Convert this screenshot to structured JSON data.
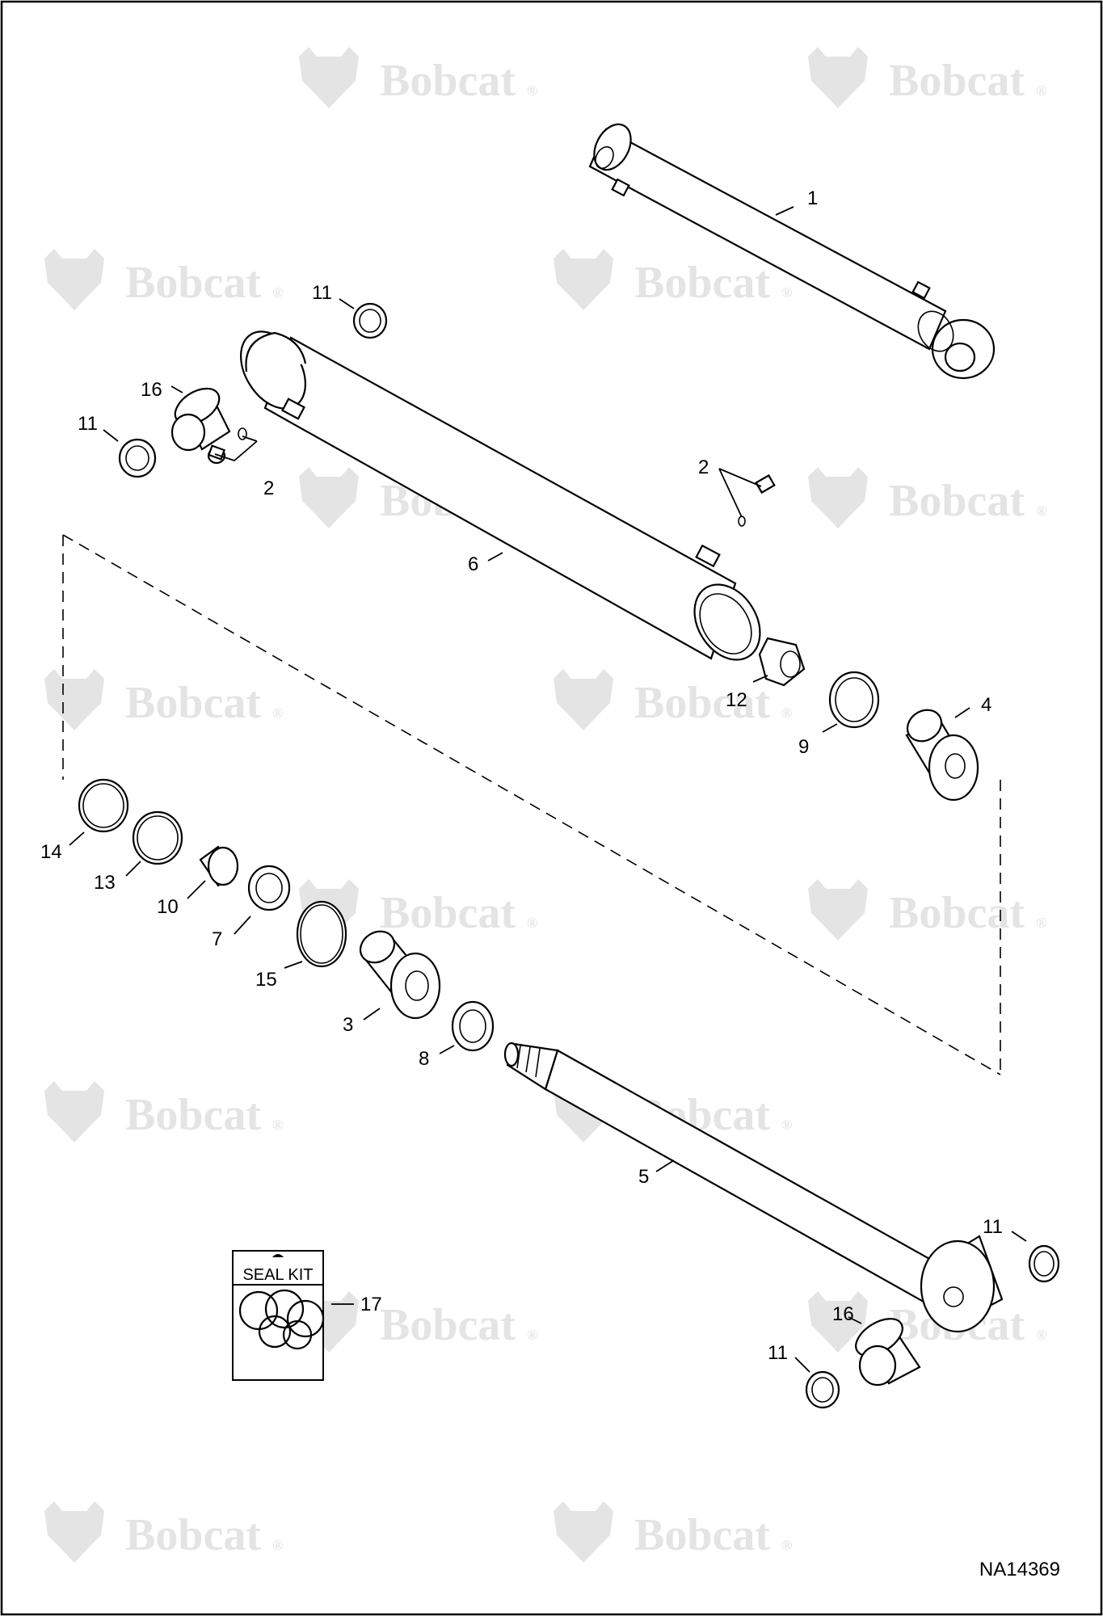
{
  "figure_id": "NA14369",
  "watermark": {
    "brand": "Bobcat",
    "mark": "®"
  },
  "seal_kit": {
    "title": "SEAL KIT"
  },
  "callouts": {
    "c1": "1",
    "c2a": "2",
    "c2b": "2",
    "c3": "3",
    "c4": "4",
    "c5": "5",
    "c6": "6",
    "c7": "7",
    "c8": "8",
    "c9": "9",
    "c10": "10",
    "c11a": "11",
    "c11b": "11",
    "c11c": "11",
    "c11d": "11",
    "c12": "12",
    "c13": "13",
    "c14": "14",
    "c15": "15",
    "c16a": "16",
    "c16b": "16",
    "c17": "17"
  },
  "colors": {
    "line": "#000000",
    "watermark": "#e4e4e4",
    "frame": "#000000"
  }
}
